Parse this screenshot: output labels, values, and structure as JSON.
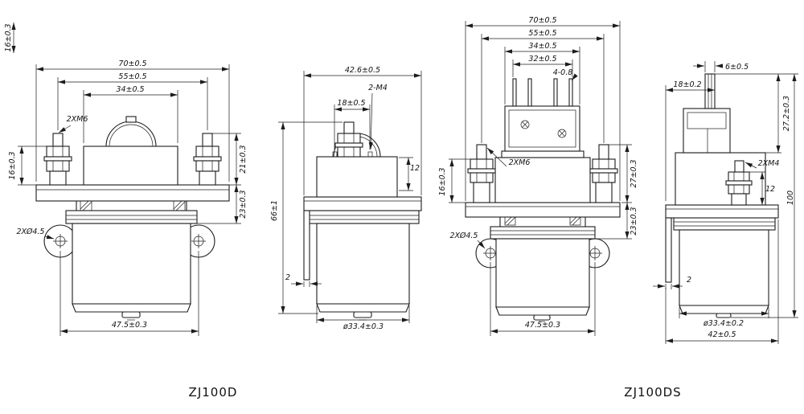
{
  "colors": {
    "line": "#1c1c1c",
    "background": "#ffffff"
  },
  "zj100d": {
    "label": "ZJ100D",
    "front": {
      "w70": "70±0.5",
      "w55": "55±0.5",
      "w34": "34±0.5",
      "m6": "2XM6",
      "h16_top": "16±0.3",
      "h16": "16±0.3",
      "h21": "21±0.3",
      "h23": "23±0.3",
      "holes": "2XØ4.5",
      "w475": "47.5±0.3"
    },
    "side": {
      "d426": "42.6±0.5",
      "m4": "2-M4",
      "w18": "18±0.5",
      "h12": "12",
      "h66": "66±1",
      "t2": "2",
      "dia": "ø33.4±0.3"
    }
  },
  "zj100ds": {
    "label": "ZJ100DS",
    "front": {
      "w70": "70±0.5",
      "w55": "55±0.5",
      "w34": "34±0.5",
      "w32": "32±0.5",
      "pins": "4-0.8",
      "m6": "2XM6",
      "h16": "16±0.3",
      "h27": "27±0.3",
      "h23": "23±0.3",
      "holes": "2XØ4.5",
      "w475": "47.5±0.3"
    },
    "side": {
      "w6": "6±0.5",
      "w18": "18±0.2",
      "h272": "27.2±0.3",
      "m4": "2XM4",
      "h12": "12",
      "h100": "100",
      "t2": "2",
      "dia": "ø33.4±0.2",
      "w42": "42±0.5"
    }
  }
}
